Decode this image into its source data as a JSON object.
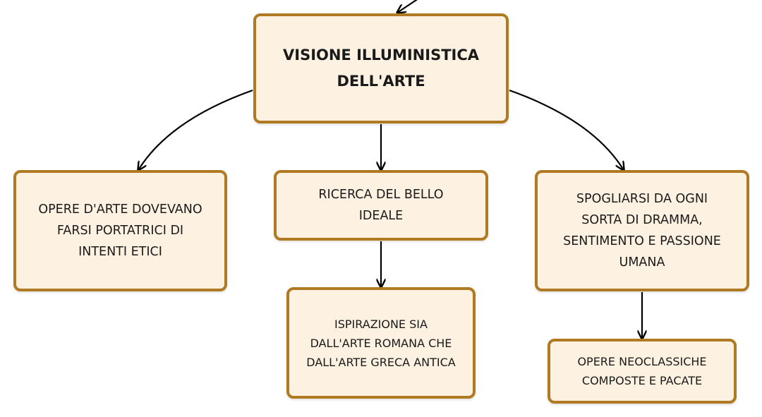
{
  "colors": {
    "node_fill": "#fdf2e2",
    "node_border": "#b07a22",
    "connector": "#000000"
  },
  "nodes": {
    "root": "VISIONE ILLUMINISTICA\nDELL'ARTE",
    "left": "OPERE D'ARTE DOVEVANO\nFARSI PORTATRICI DI\nINTENTI ETICI",
    "middle": "RICERCA DEL BELLO\nIDEALE",
    "right": "SPOGLIARSI DA OGNI\nSORTA DI DRAMMA,\nSENTIMENTO E PASSIONE\nUMANA",
    "middle_child": "ISPIRAZIONE SIA\nDALL'ARTE ROMANA CHE\nDALL'ARTE GRECA ANTICA",
    "right_child": "OPERE NEOCLASSICHE\nCOMPOSTE E PACATE"
  }
}
